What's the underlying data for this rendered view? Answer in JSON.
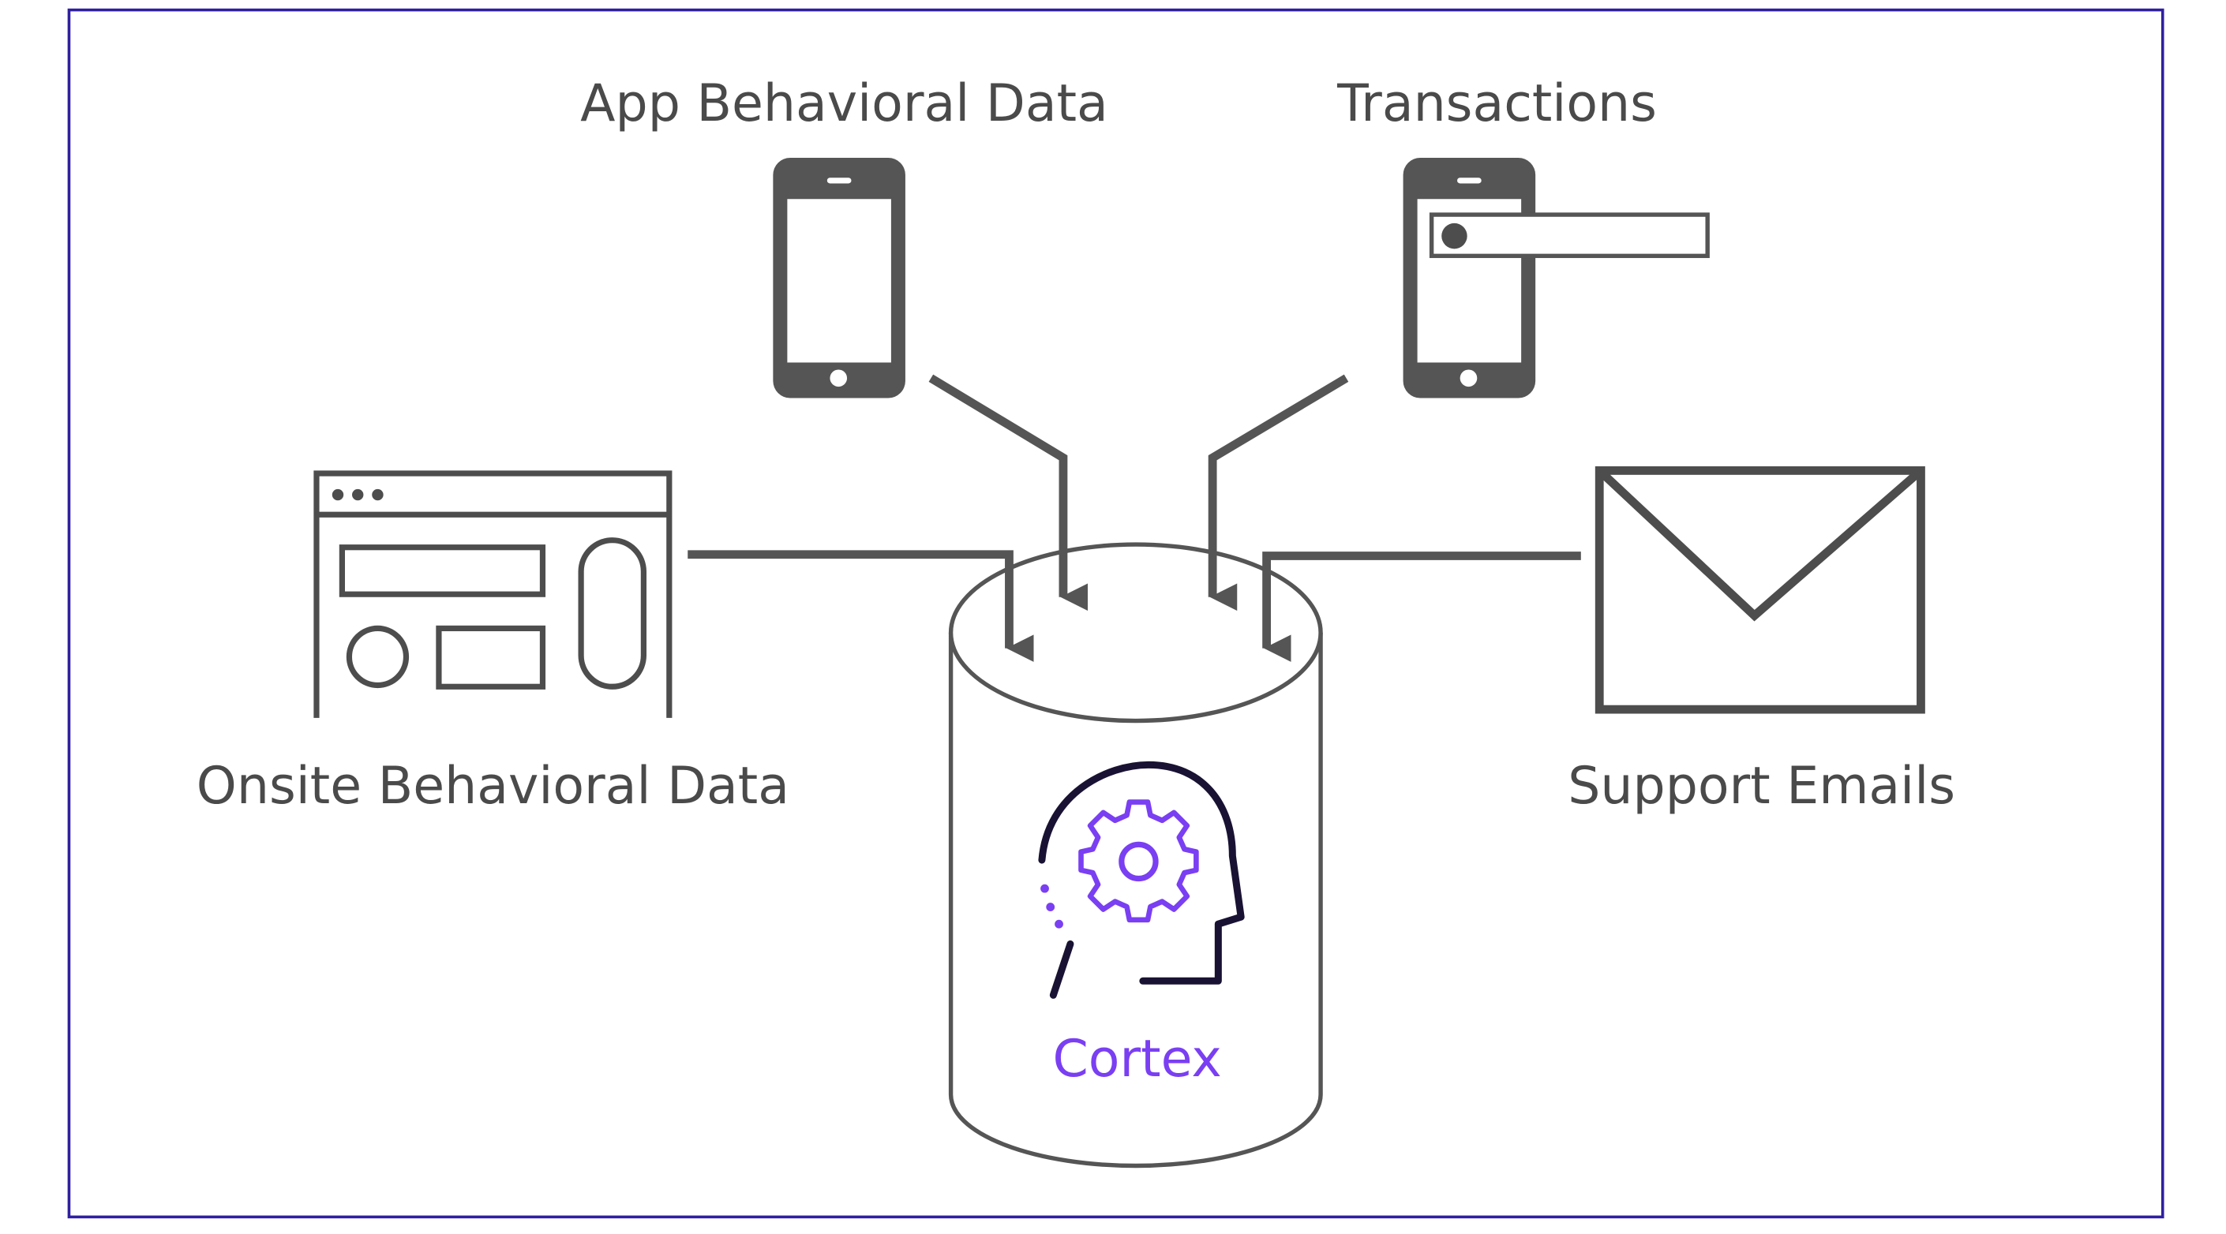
{
  "labels": {
    "app_behavioral": "App Behavioral Data",
    "transactions": "Transactions",
    "onsite_behavioral": "Onsite Behavioral Data",
    "support_emails": "Support Emails",
    "cortex": "Cortex"
  },
  "colors": {
    "frame_border": "#2f1fa0",
    "accent": "#7a3ff2",
    "head_outline": "#1a1233",
    "icon_gray": "#4d4d4d",
    "text_gray": "#4a4a4a"
  },
  "icons": {
    "app": "smartphone-icon",
    "transactions": "smartphone-with-card-icon",
    "onsite": "browser-window-icon",
    "support": "envelope-icon",
    "cortex": "brain-gear-head-icon",
    "store": "database-cylinder-icon"
  }
}
